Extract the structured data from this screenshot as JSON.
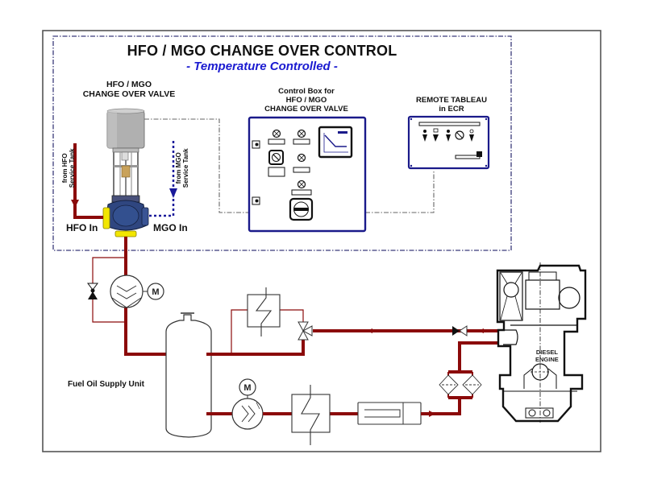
{
  "diagram": {
    "title": "HFO / MGO CHANGE OVER CONTROL",
    "subtitle": "- Temperature Controlled -",
    "accent_colors": {
      "pipe_hfo": "#8b0a0a",
      "subtitle_blue": "#1a1ad0",
      "control_box_border": "#1a1a8a",
      "mgo_line": "#1a1a9a",
      "valve_body": "#2a3f7a",
      "valve_flange": "#f2e600",
      "actuator_gray": "#a8a8a8"
    },
    "labels": {
      "changeover_valve": [
        "HFO / MGO",
        "CHANGE OVER VALVE"
      ],
      "control_box": [
        "Control Box for",
        "HFO / MGO",
        "CHANGE OVER VALVE"
      ],
      "remote_tableau": [
        "REMOTE TABLEAU",
        "in ECR"
      ],
      "hfo_in": "HFO In",
      "mgo_in": "MGO In",
      "from_hfo": [
        "from HFO",
        "Service Tank"
      ],
      "from_mgo": [
        "from MGO",
        "Service Tank"
      ],
      "fuel_oil_supply_unit": "Fuel Oil Supply Unit",
      "diesel_engine": [
        "DIESEL",
        "ENGINE"
      ],
      "motor_symbol": "M"
    },
    "components": [
      {
        "name": "HFO/MGO change over valve",
        "type": "3-way-valve-actuated"
      },
      {
        "name": "Control box",
        "type": "panel"
      },
      {
        "name": "Remote tableau in ECR",
        "type": "panel"
      },
      {
        "name": "Supply pump",
        "type": "pump",
        "motor": "M"
      },
      {
        "name": "Pressure relief valve",
        "type": "valve"
      },
      {
        "name": "Mixing tank",
        "type": "vessel"
      },
      {
        "name": "Cooler",
        "type": "heat-exchanger"
      },
      {
        "name": "3-way valve",
        "type": "valve"
      },
      {
        "name": "Booster pump",
        "type": "pump",
        "motor": "M"
      },
      {
        "name": "Heater",
        "type": "heat-exchanger"
      },
      {
        "name": "Viscosity sensor",
        "type": "instrument"
      },
      {
        "name": "Duplex filter",
        "type": "filter"
      },
      {
        "name": "Return valve",
        "type": "valve"
      },
      {
        "name": "Diesel engine",
        "type": "engine"
      }
    ]
  }
}
